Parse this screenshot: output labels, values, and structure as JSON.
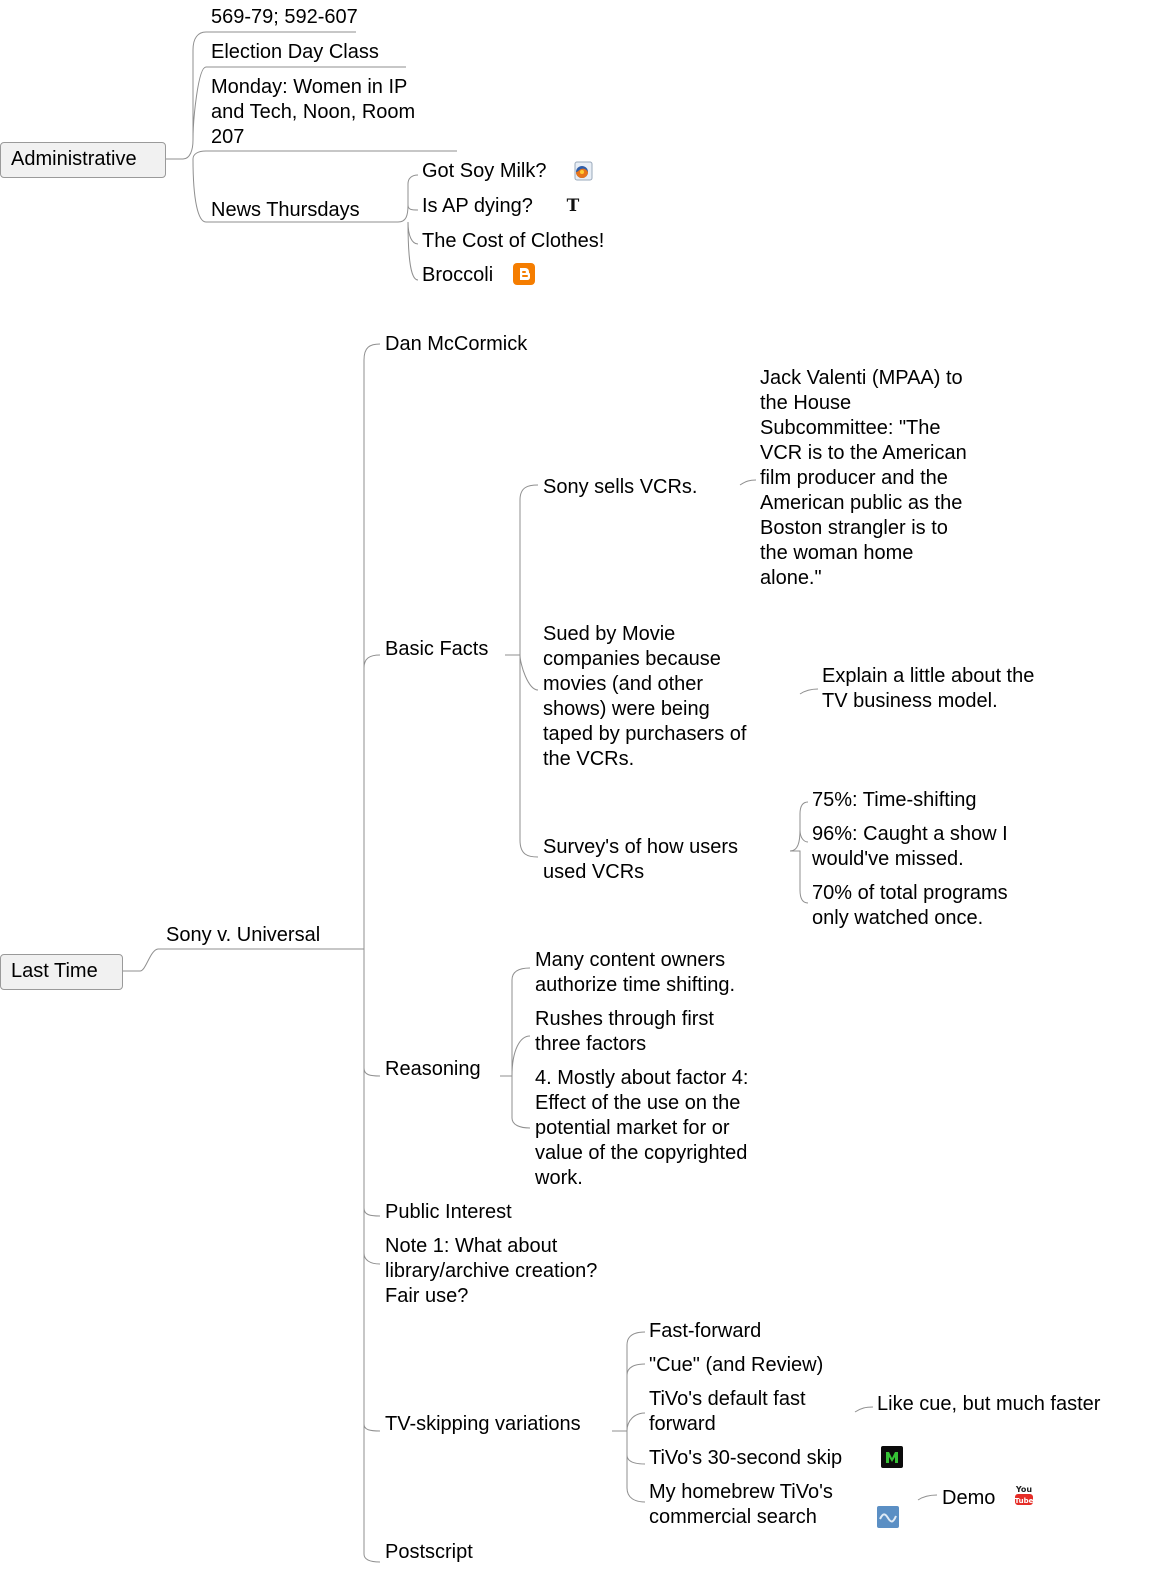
{
  "map": {
    "administrative": {
      "label": "Administrative",
      "items": {
        "pages": "569-79; 592-607",
        "election": "Election Day Class",
        "monday": "Monday: Women in IP\nand Tech, Noon, Room\n207",
        "news": "News Thursdays"
      },
      "news_items": {
        "soy": "Got Soy Milk?",
        "ap": "Is AP dying?",
        "clothes": "The Cost of Clothes!",
        "broccoli": "Broccoli"
      },
      "icons": {
        "soy": "firefox-icon",
        "ap": "new-york-times-icon",
        "broccoli": "blogger-icon"
      }
    },
    "last_time": {
      "label": "Last Time",
      "case": "Sony v. Universal",
      "dan": "Dan McCormick",
      "basic_facts": {
        "label": "Basic Facts",
        "vcr": "Sony sells VCRs.",
        "valenti": "Jack Valenti (MPAA) to\nthe House\nSubcommittee: \"The\nVCR is to the American\nfilm producer and the\nAmerican public as the\nBoston strangler is to\nthe woman home\nalone.\"",
        "sued": "Sued by Movie\ncompanies because\nmovies (and other\nshows) were being\ntaped by purchasers of\nthe VCRs.",
        "tv_model": "Explain a little about the\nTV business model.",
        "survey": "Survey's of how users\nused VCRs",
        "stat1": "75%: Time-shifting",
        "stat2": "96%: Caught a show I\nwould've missed.",
        "stat3": "70% of total programs\nonly watched once."
      },
      "reasoning": {
        "label": "Reasoning",
        "r1": "Many content owners\nauthorize time shifting.",
        "r2": "Rushes through first\nthree factors",
        "r3": "4. Mostly about factor 4:\nEffect of the use on the\npotential market for or\nvalue of the copyrighted\nwork."
      },
      "public_interest": "Public Interest",
      "note1": "Note 1: What about\nlibrary/archive creation?\nFair use?",
      "tv_skipping": {
        "label": "TV-skipping variations",
        "ff": "Fast-forward",
        "cue": "\"Cue\" (and Review)",
        "tivo_ff": "TiVo's default fast\nforward",
        "tivo_ff_note": "Like cue, but much faster",
        "skip30": "TiVo's 30-second skip",
        "homebrew": "My homebrew TiVo's\ncommercial search",
        "demo": "Demo"
      },
      "postscript": "Postscript",
      "icons": {
        "skip30": "green-m-icon",
        "homebrew": "blue-wave-icon",
        "demo": "youtube-icon"
      }
    }
  },
  "colors": {
    "line": "#8f8f8f",
    "root_fill": "#f1f1f1",
    "root_border": "#9a9a9a",
    "blogger": "#f57d00",
    "youtube_red": "#e52d27"
  }
}
